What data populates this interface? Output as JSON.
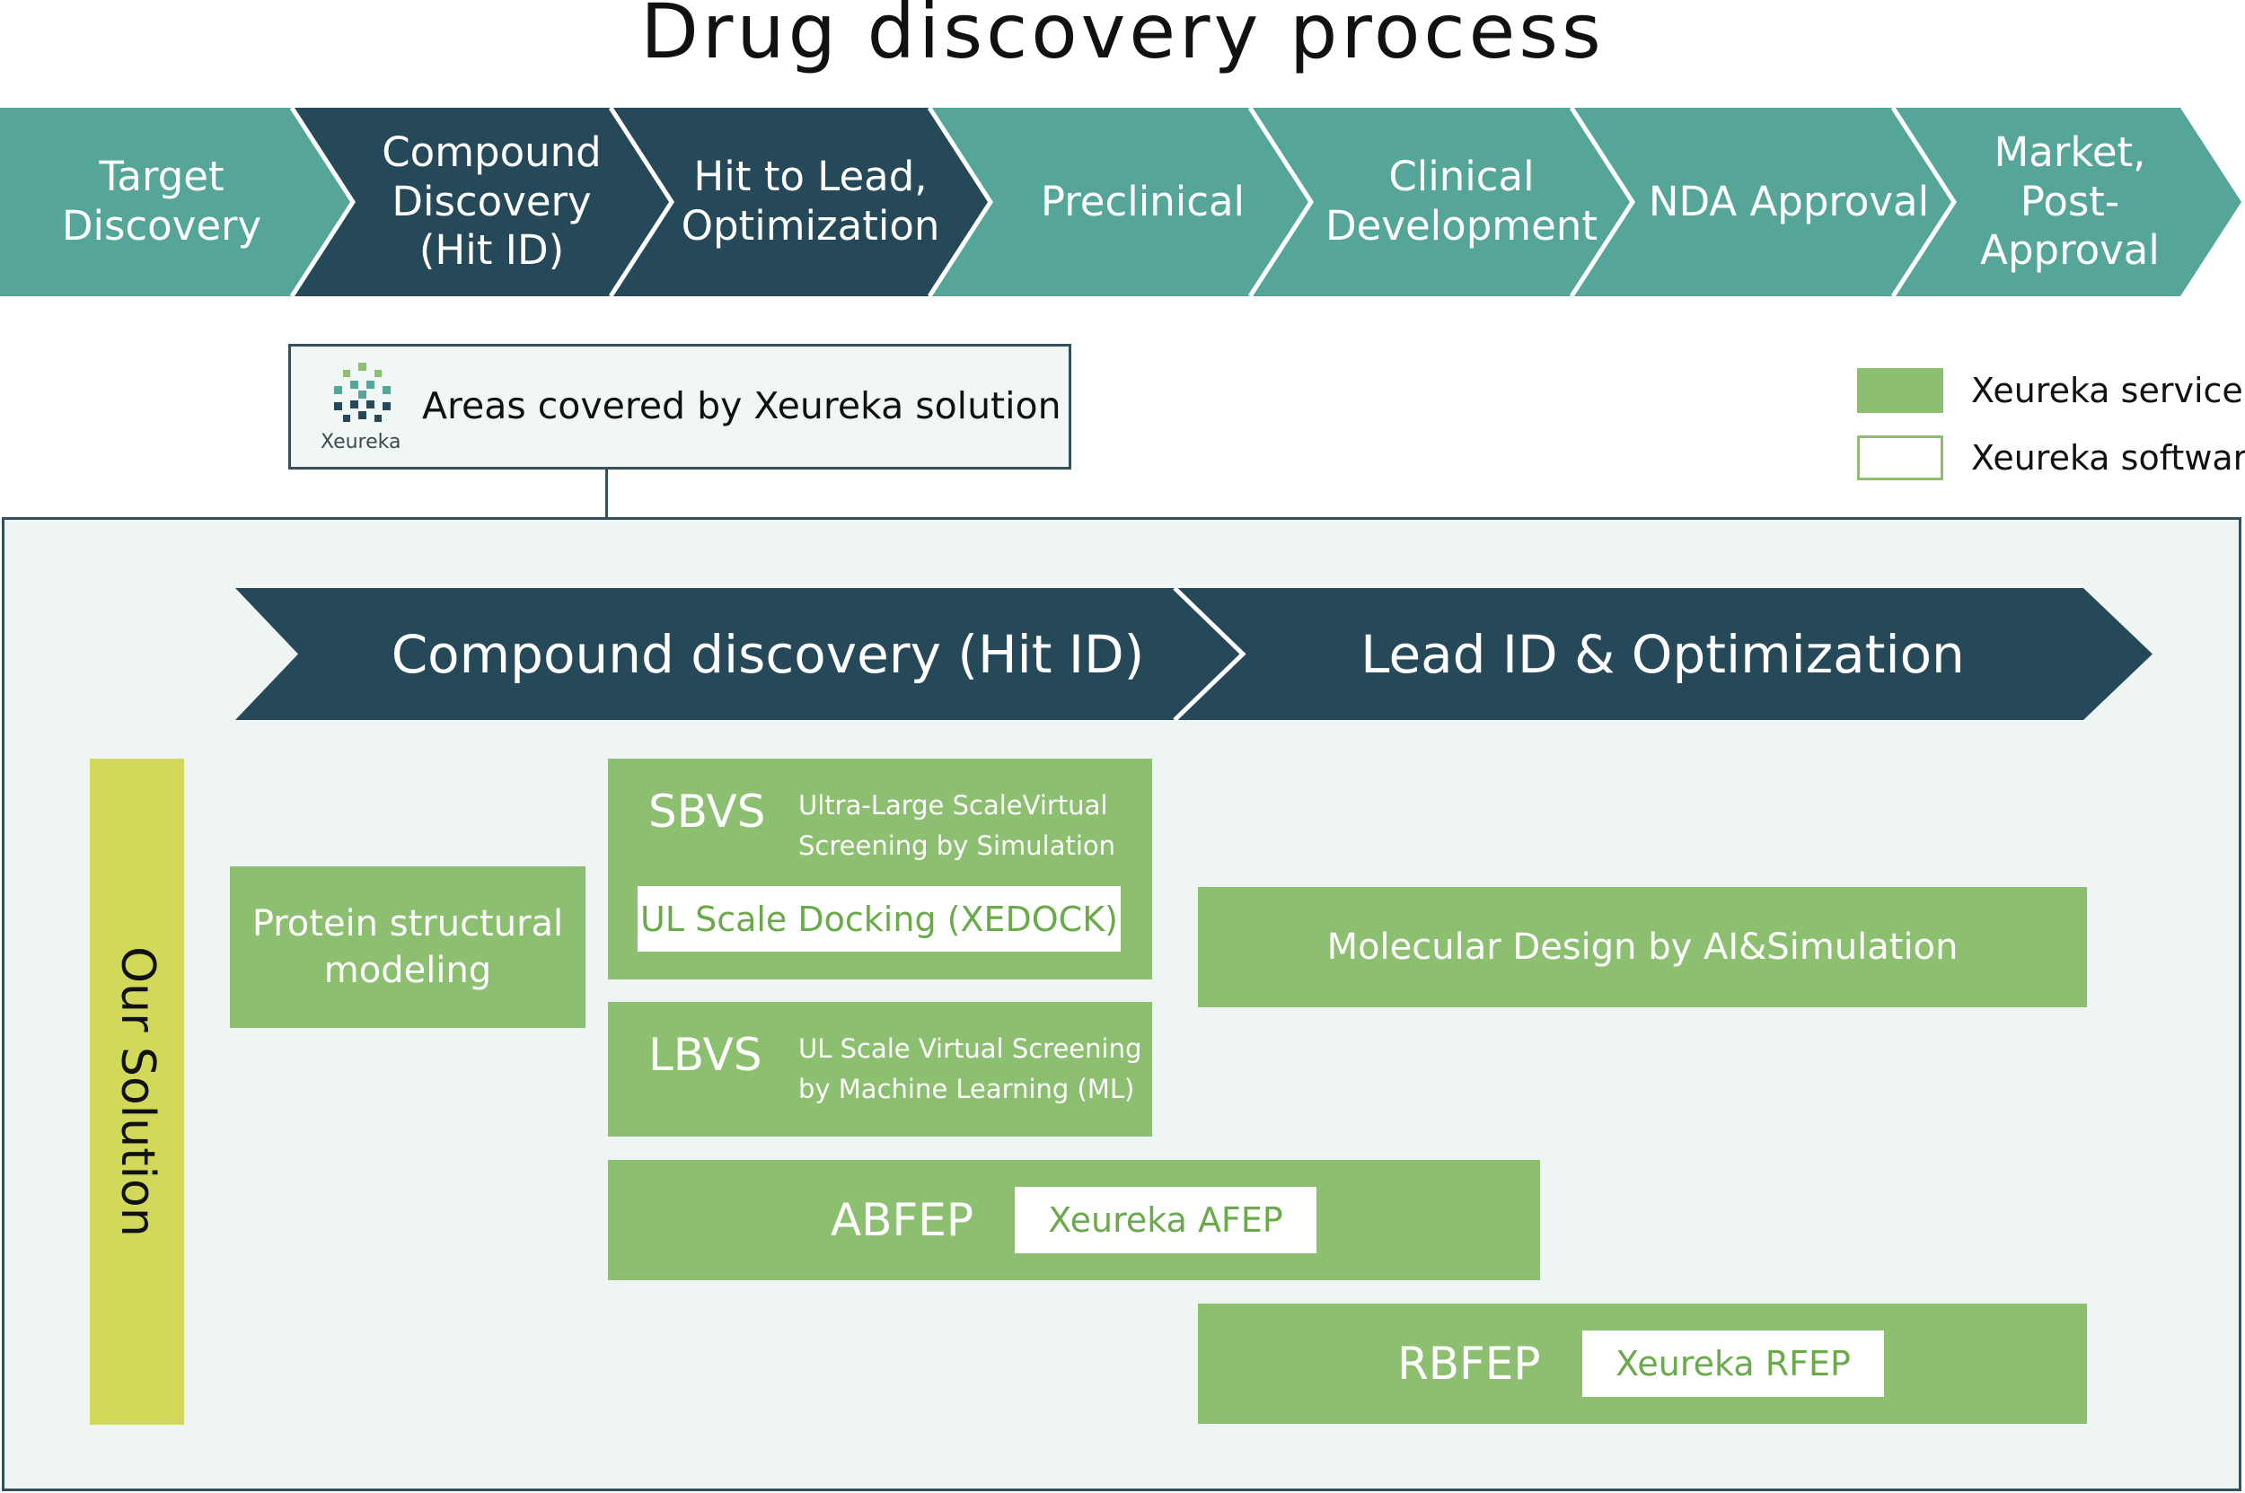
{
  "title": "Drug discovery process",
  "process_steps": [
    {
      "label": "Target\nDiscovery",
      "color": "#55a699"
    },
    {
      "label": "Compound\nDiscovery\n(Hit ID)",
      "color": "#254958"
    },
    {
      "label": "Hit to Lead,\nOptimization",
      "color": "#254958"
    },
    {
      "label": "Preclinical",
      "color": "#55a699"
    },
    {
      "label": "Clinical\nDevelopment",
      "color": "#55a699"
    },
    {
      "label": "NDA Approval",
      "color": "#55a699"
    },
    {
      "label": "Market,\nPost-\nApproval",
      "color": "#55a699"
    }
  ],
  "logo": {
    "label": "Areas covered by Xeureka solution",
    "wordmark": "Xeureka"
  },
  "legend": {
    "service": {
      "label": "Xeureka service",
      "color": "#8cc070"
    },
    "software": {
      "label": "Xeureka software",
      "color": "#ffffff"
    }
  },
  "phases": [
    {
      "label": "Compound discovery (Hit ID)"
    },
    {
      "label": "Lead ID & Optimization"
    }
  ],
  "our_solution": "Our Solution",
  "solutions": {
    "protein": {
      "label": "Protein structural\nmodeling"
    },
    "sbvs": {
      "label": "SBVS",
      "desc": "Ultra-Large ScaleVirtual\nScreening by Simulation",
      "software": "UL Scale Docking (XEDOCK)"
    },
    "lbvs": {
      "label": "LBVS",
      "desc": "UL Scale Virtual Screening\nby Machine Learning (ML)"
    },
    "molecular": {
      "label": "Molecular Design by AI&Simulation"
    },
    "abfep": {
      "label": "ABFEP",
      "software": "Xeureka AFEP"
    },
    "rbfep": {
      "label": "RBFEP",
      "software": "Xeureka RFEP"
    }
  },
  "colors": {
    "teal": "#55a699",
    "dark": "#254958",
    "service_green": "#8cc070",
    "solution_bar": "#d2d95a",
    "panel_bg": "#eef5f3"
  }
}
